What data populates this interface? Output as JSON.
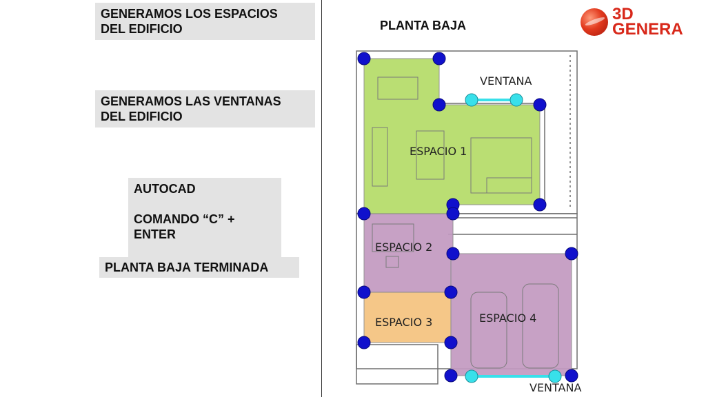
{
  "left_panel": {
    "spaces_box": {
      "line1": "GENERAMOS LOS ESPACIOS",
      "line2": "DEL EDIFICIO"
    },
    "windows_box": {
      "line1": "GENERAMOS LAS VENTANAS",
      "line2": "DEL EDIFICIO"
    },
    "autocad_box": {
      "line1": "AUTOCAD",
      "line2": "COMANDO “C” +",
      "line3": "ENTER"
    },
    "done_box": {
      "label": "PLANTA BAJA TERMINADA"
    }
  },
  "plan": {
    "title": "PLANTA BAJA",
    "spaces": [
      {
        "label": "ESPACIO 1",
        "color": "#b5dc68"
      },
      {
        "label": "ESPACIO 2",
        "color": "#c39ac1"
      },
      {
        "label": "ESPACIO 3",
        "color": "#f5c37e"
      },
      {
        "label": "ESPACIO 4",
        "color": "#c39ac1"
      }
    ],
    "window_top_label": "VENTANA",
    "window_bottom_label": "VENTANA",
    "colors": {
      "vertex": "#1010cc",
      "window_vertex": "#38e0ea",
      "window_line": "#38e0ea",
      "walls": "#6f6f6f"
    }
  },
  "logo": {
    "line1": "3D",
    "line2": "GENERA",
    "color": "#d8281a"
  }
}
